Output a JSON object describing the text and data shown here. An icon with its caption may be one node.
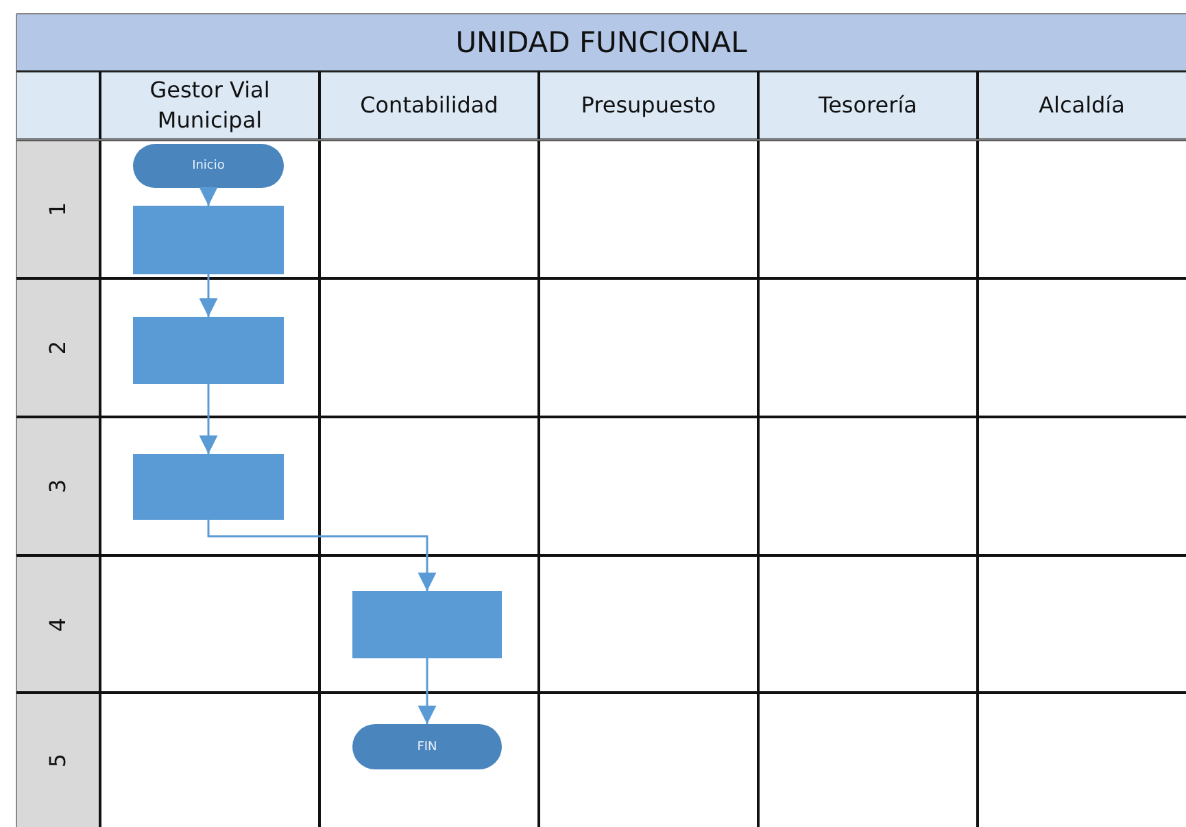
{
  "diagram": {
    "title": "UNIDAD FUNCIONAL",
    "nodes": [
      {
        "text": [
          "Inicio"
        ]
      },
      {
        "text": [],
        "shape": "box"
      },
      {
        "text": [],
        "shape": "box"
      },
      {
        "text": [],
        "shape": "box"
      },
      {
        "text": [],
        "shape": "box"
      },
      {
        "text": [
          "FIN"
        ]
      }
    ],
    "edges": [
      {
        "from": 0,
        "to": 1,
        "arrow": "to"
      },
      {
        "from": 1,
        "to": 2,
        "arrow": "to"
      },
      {
        "from": 2,
        "to": 3,
        "arrow": "to"
      },
      {
        "from": 3,
        "to": 4,
        "arrow": "to"
      },
      {
        "from": 4,
        "to": 5,
        "arrow": "to"
      }
    ],
    "labels": [
      "Gestor Vial Municipal",
      "Contabilidad",
      "Presupuesto",
      "Tesorería",
      "Alcaldía",
      "1",
      "2",
      "3",
      "4",
      "5"
    ]
  }
}
